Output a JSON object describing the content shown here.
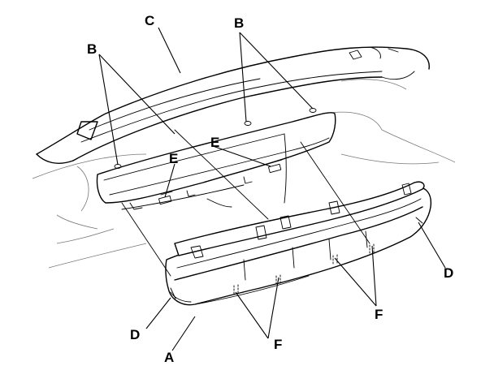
{
  "callouts": {
    "A": "A",
    "B_left": "B",
    "B_right": "B",
    "C": "C",
    "D_left": "D",
    "D_right": "D",
    "E_left": "E",
    "E_right": "E",
    "F_center": "F",
    "F_right": "F"
  }
}
